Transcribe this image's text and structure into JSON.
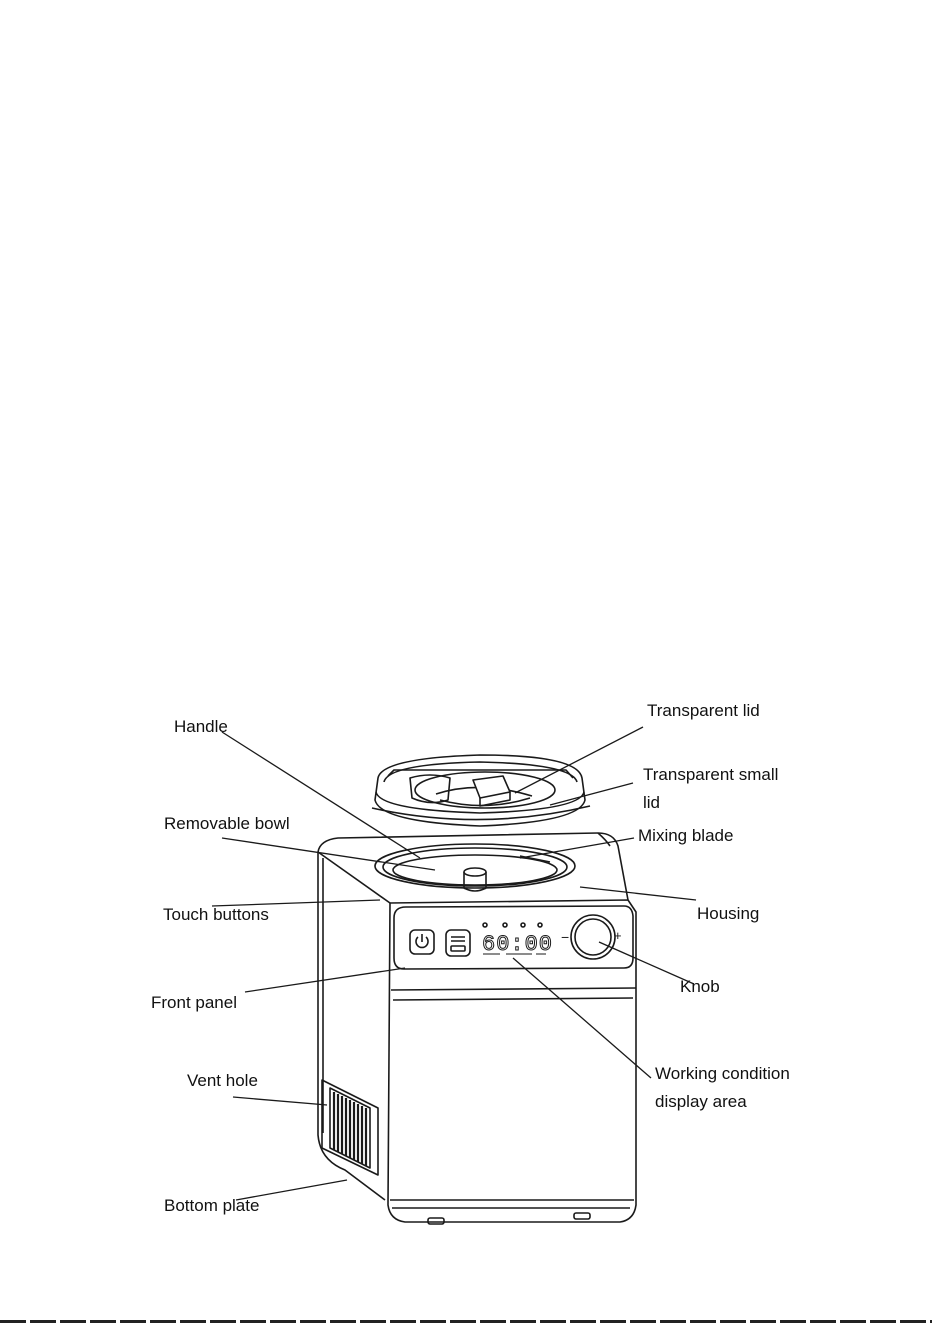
{
  "labels": {
    "handle": "Handle",
    "transparent_lid": "Transparent lid",
    "transparent_small_lid": "Transparent small lid",
    "removable_bowl": "Removable bowl",
    "mixing_blade": "Mixing blade",
    "touch_buttons": "Touch buttons",
    "housing": "Housing",
    "front_panel": "Front panel",
    "knob": "Knob",
    "vent_hole": "Vent hole",
    "working_condition_display_area": "Working condition display area",
    "bottom_plate": "Bottom plate"
  },
  "display": {
    "digits": "60:00",
    "knob_minus": "−",
    "knob_plus": "+"
  },
  "colors": {
    "line": "#1a1a1a",
    "text": "#111111"
  }
}
